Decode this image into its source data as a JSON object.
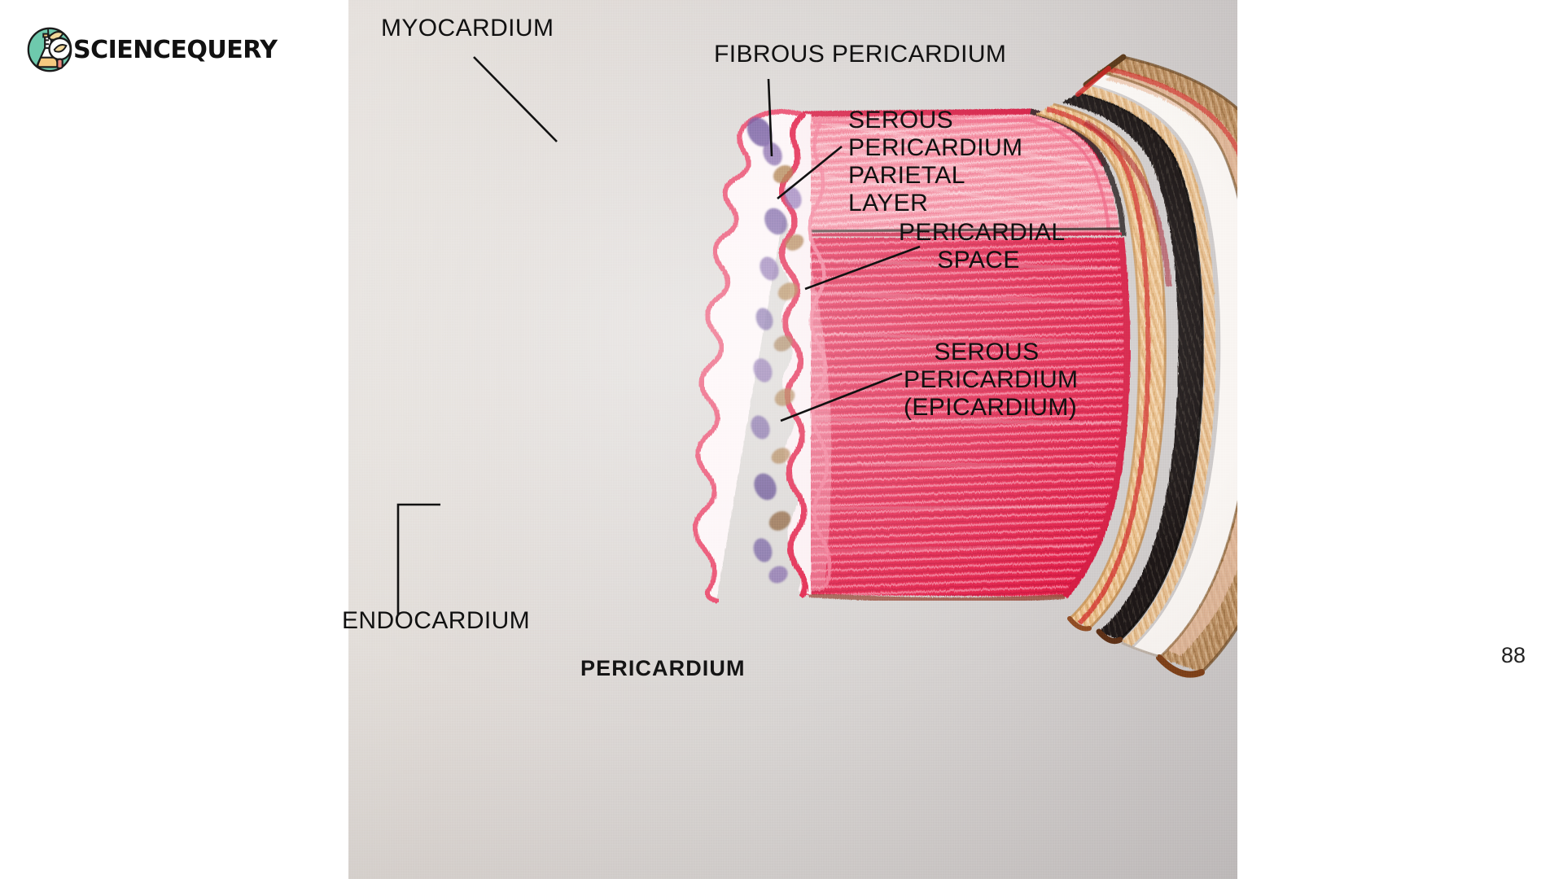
{
  "brand": {
    "name": "SCIENCEQUERY",
    "logo_icon": "flask-leaf-magnifier-icon",
    "colors": {
      "circle": "#6ec9ad",
      "flask_liquid": "#f5c97f",
      "leaf": "#f2d79a",
      "magnifier_handle": "#ef8a7f",
      "outline": "#1b1b1b"
    }
  },
  "slide": {
    "page_number": "88",
    "figure_title": "PERICARDIUM"
  },
  "figure": {
    "medium": "colored-pencil drawing photographed on paper",
    "caption": "PERICARDIUM",
    "labels": [
      {
        "id": "myocardium",
        "text": "MYOCARDIUM"
      },
      {
        "id": "fibrous",
        "text": "FIBROUS PERICARDIUM"
      },
      {
        "id": "serous_parietal",
        "text": "SEROUS\nPERICARDIUM\nPARIETAL\nLAYER"
      },
      {
        "id": "pericardial_space",
        "text": "PERICARDIAL\nSPACE"
      },
      {
        "id": "serous_epicardium",
        "text": "SEROUS\nPERICARDIUM\n(EPICARDIUM)"
      },
      {
        "id": "endocardium",
        "text": "ENDOCARDIUM"
      }
    ],
    "layer_colors": {
      "myocardium_light": "#f4869a",
      "myocardium_deep": "#e0153f",
      "endocardium_outline": "#e83a5e",
      "endocardium_fill": "#fbeef2",
      "nuclei_purple": "#5b3f8f",
      "nuclei_brown": "#9b6228",
      "epicardium_tan": "#e8bb86",
      "serous_black": "#1a1513",
      "pericardial_space_white": "#fbf8f4",
      "fibrous_brown": "#b98b5e",
      "red_edge": "#cf2222"
    }
  }
}
